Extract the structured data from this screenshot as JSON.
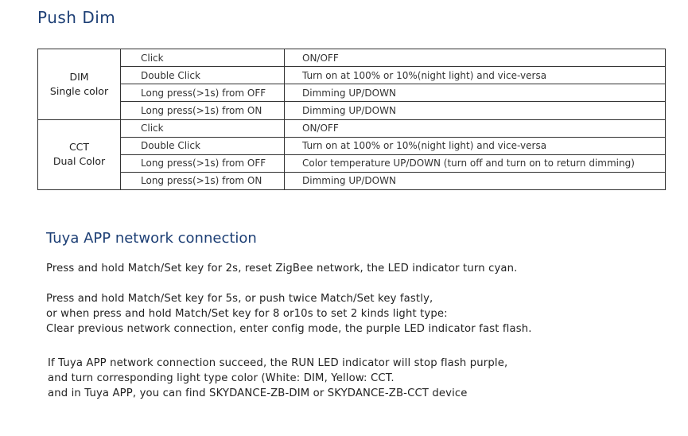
{
  "title": "Push Dim",
  "table": {
    "groups": [
      {
        "label_lines": [
          "DIM",
          "Single color"
        ],
        "rows": [
          {
            "action": "Click",
            "result": "ON/OFF"
          },
          {
            "action": "Double Click",
            "result": "Turn on at 100% or 10%(night light) and vice-versa"
          },
          {
            "action": "Long press(>1s) from OFF",
            "result": "Dimming UP/DOWN"
          },
          {
            "action": "Long press(>1s) from ON",
            "result": "Dimming UP/DOWN"
          }
        ]
      },
      {
        "label_lines": [
          "CCT",
          "Dual Color"
        ],
        "rows": [
          {
            "action": "Click",
            "result": "ON/OFF"
          },
          {
            "action": "Double Click",
            "result": "Turn on at 100% or 10%(night light) and vice-versa"
          },
          {
            "action": "Long press(>1s) from OFF",
            "result": "Color temperature UP/DOWN (turn off and turn on to return dimming)"
          },
          {
            "action": "Long press(>1s) from ON",
            "result": "Dimming UP/DOWN"
          }
        ]
      }
    ]
  },
  "section2": {
    "title": "Tuya APP network connection",
    "para1": [
      "Press and hold Match/Set key for 2s, reset ZigBee network, the LED indicator turn cyan."
    ],
    "para2": [
      "Press and hold Match/Set key for 5s, or push twice Match/Set key fastly,",
      "or when press and hold Match/Set key for 8 or10s to set 2 kinds light type:",
      "Clear previous network connection, enter config mode, the purple LED indicator fast flash."
    ],
    "para3": [
      "If Tuya APP network connection succeed, the RUN LED indicator will stop flash purple,",
      "and turn corresponding light type color (White: DIM, Yellow: CCT.",
      "and in Tuya APP, you can find SKYDANCE-ZB-DIM or SKYDANCE-ZB-CCT device"
    ]
  }
}
